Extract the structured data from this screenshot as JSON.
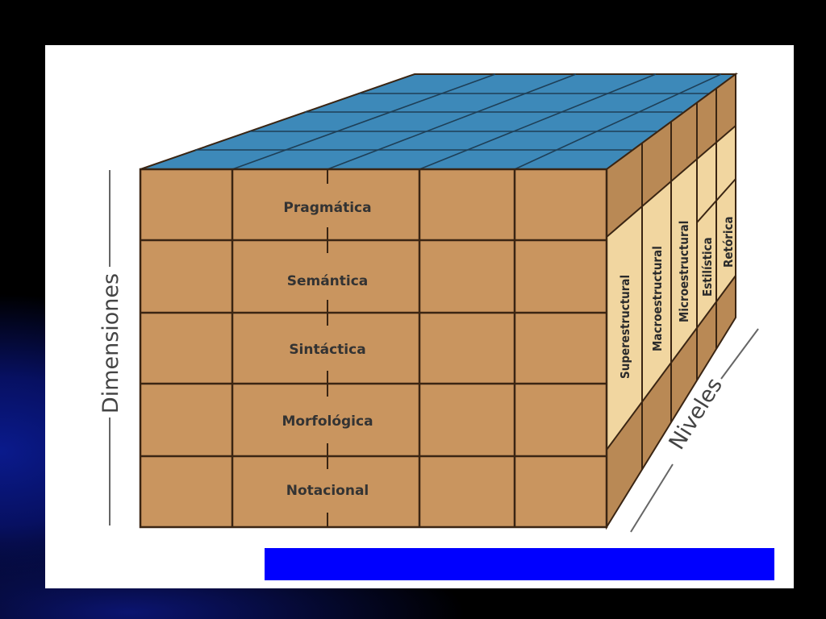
{
  "dimensions": {
    "axis_label": "Dimensiones",
    "levels": [
      "Pragmática",
      "Semántica",
      "Sintáctica",
      "Morfológica",
      "Notacional"
    ]
  },
  "niveles": {
    "axis_label": "Niveles",
    "levels": [
      "Superestructural",
      "Macroestructural",
      "Microestructural",
      "Estilística",
      "Retórica"
    ]
  },
  "colors": {
    "front_face": "#c9955f",
    "top_face": "#3d89b9",
    "side_face": "#b98955",
    "side_band": "#f1d6a0",
    "grid_lines": "#3a2513",
    "caption_bar": "#0000ff"
  }
}
